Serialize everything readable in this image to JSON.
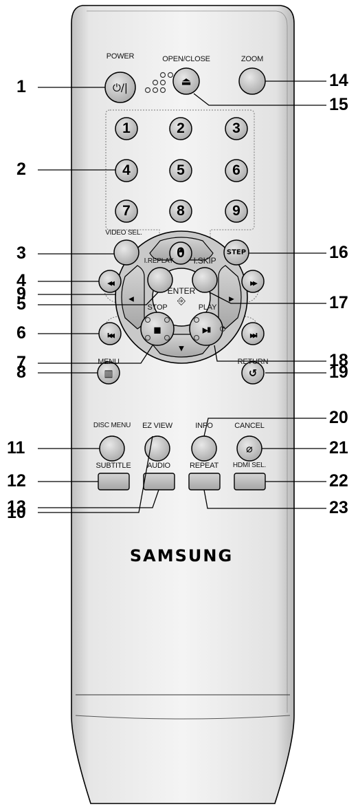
{
  "brand": "SAMSUNG",
  "labels": {
    "power": "POWER",
    "open_close": "OPEN/CLOSE",
    "zoom": "ZOOM",
    "video_sel": "VIDEO SEL.",
    "step": "STEP",
    "ireplay": "I.REPLAY",
    "iskip": "I.SKIP",
    "stop": "STOP",
    "play": "PLAY",
    "menu": "MENU",
    "return": "RETURN",
    "enter": "ENTER",
    "disc_menu": "DISC MENU",
    "ez_view": "EZ VIEW",
    "info": "INFO",
    "cancel": "CANCEL",
    "subtitle": "SUBTITLE",
    "audio": "AUDIO",
    "repeat": "REPEAT",
    "hdmi_sel": "HDMI SEL."
  },
  "digits": [
    "1",
    "2",
    "3",
    "4",
    "5",
    "6",
    "7",
    "8",
    "9",
    "0"
  ],
  "step_glyph": "STEP",
  "glyphs": {
    "power": "⏻/|",
    "eject": "⏏",
    "rewind": "◀◀",
    "forward": "▶▶",
    "prev": "I◀◀",
    "next": "▶▶I",
    "stop": "■",
    "playpause": "▶II",
    "menu": "▥",
    "return": "↺",
    "up": "▲",
    "down": "▼",
    "left": "◀",
    "right": "▶",
    "cancel": "⌀"
  },
  "callouts": {
    "n1": "1",
    "n2": "2",
    "n3": "3",
    "n4": "4",
    "n5": "5",
    "n6": "6",
    "n7": "7",
    "n8": "8",
    "n9": "9",
    "n10": "10",
    "n11": "11",
    "n12": "12",
    "n13": "13",
    "n14": "14",
    "n15": "15",
    "n16": "16",
    "n17": "17",
    "n18": "18",
    "n19": "19",
    "n20": "20",
    "n21": "21",
    "n22": "22",
    "n23": "23"
  }
}
